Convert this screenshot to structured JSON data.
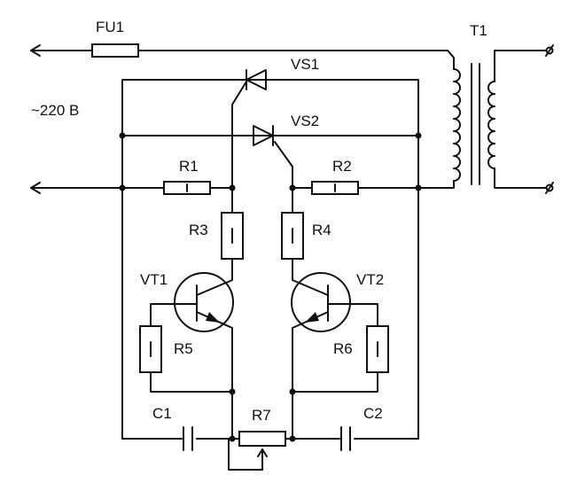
{
  "diagram": {
    "labels": {
      "fuse": "FU1",
      "transformer": "T1",
      "mains": "~220 B",
      "thyristor1": "VS1",
      "thyristor2": "VS2",
      "r1": "R1",
      "r2": "R2",
      "r3": "R3",
      "r4": "R4",
      "r5": "R5",
      "r6": "R6",
      "r7": "R7",
      "vt1": "VT1",
      "vt2": "VT2",
      "c1": "C1",
      "c2": "C2"
    }
  },
  "colors": {
    "ink": "#111111",
    "background": "#ffffff"
  }
}
